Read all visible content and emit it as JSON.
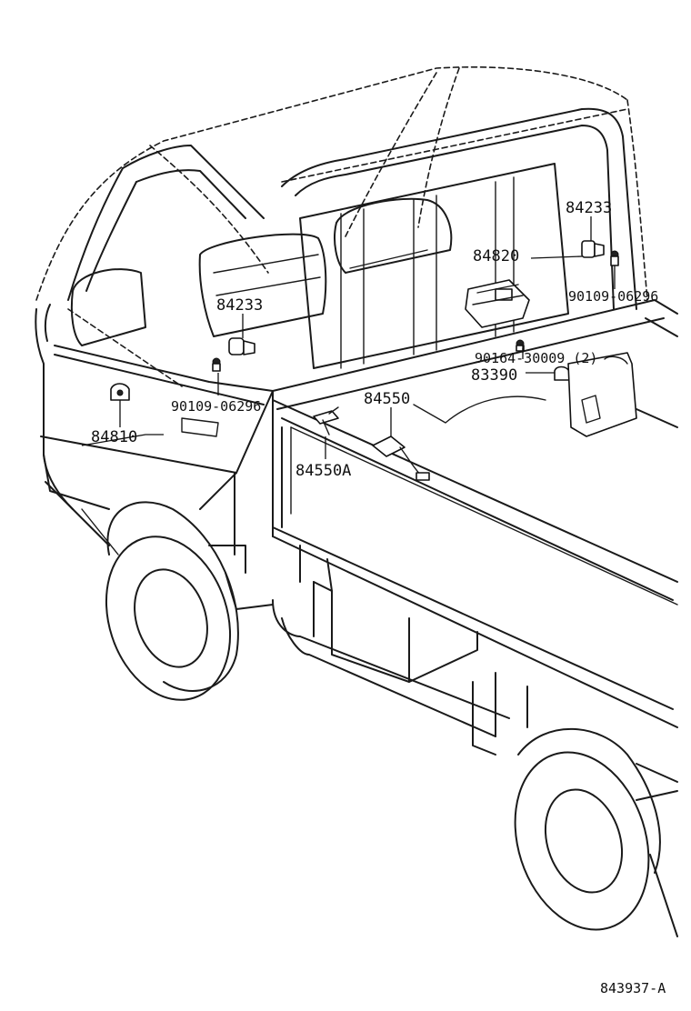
{
  "diagram": {
    "part_labels": {
      "p84233_right": "84233",
      "p84820": "84820",
      "p90109_right": "90109-06296",
      "p84233_left": "84233",
      "p90164": "90164-30009 (2)",
      "p83390": "83390",
      "p84550": "84550",
      "p90109_left": "90109-06296",
      "p84810": "84810",
      "p84550A": "84550A"
    },
    "figure_code": "843937-A"
  }
}
